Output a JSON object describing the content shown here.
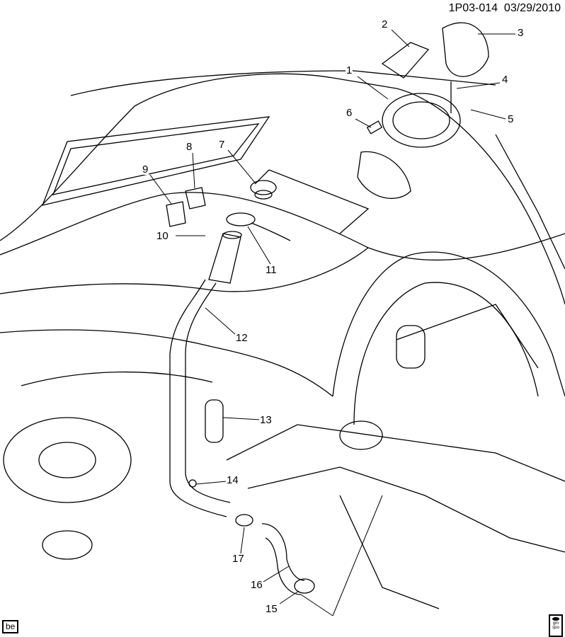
{
  "header": {
    "code": "1P03-014",
    "date": "03/29/2010"
  },
  "callouts": [
    "1",
    "2",
    "3",
    "4",
    "5",
    "6",
    "7",
    "8",
    "9",
    "10",
    "11",
    "12",
    "13",
    "14",
    "15",
    "16",
    "17"
  ],
  "footer": {
    "left_tag": "be",
    "logo_text": "gm spo"
  }
}
